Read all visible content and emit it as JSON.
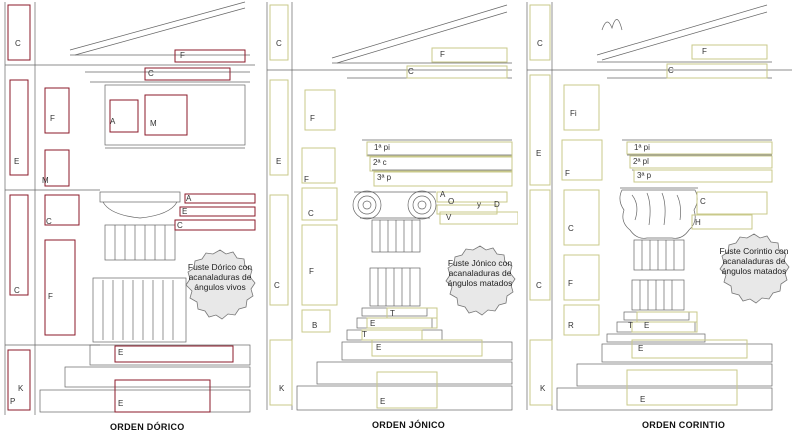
{
  "orders": [
    {
      "title": "ORDEN DÓRICO",
      "fuste_note": "Fuste Dórico con acanaladuras de ángulos vivos",
      "labels": {
        "c_top": "C",
        "e": "E",
        "c_low": "C",
        "k": "K",
        "p": "P",
        "f": "F",
        "c_cornice": "C",
        "f_left": "F",
        "c_mid": "C",
        "a": "A",
        "e_cap": "E",
        "c_cap": "C",
        "e_base": "E",
        "e_step": "E",
        "a_small": "A",
        "m": "M"
      }
    },
    {
      "title": "ORDEN JÓNICO",
      "fuste_note": "Fuste Jónico con acanaladuras de ángulos matados",
      "labels": {
        "c_top": "C",
        "e": "E",
        "c_low": "C",
        "k": "K",
        "f": "F",
        "c_cornice": "C",
        "f_left": "F",
        "c_mid": "C",
        "pi1": "1ª pi",
        "pi2": "2ª c",
        "pi3": "3ª p",
        "a": "A",
        "o": "O",
        "y": "y",
        "d": "D",
        "v": "V",
        "t1": "T",
        "e_base": "E",
        "t2": "T",
        "e_step": "E",
        "e_bot": "E",
        "b": "B"
      }
    },
    {
      "title": "ORDEN CORINTIO",
      "fuste_note": "Fuste Corintio con acanaladuras de ángulos matados",
      "labels": {
        "c_top": "C",
        "e": "E",
        "c_low": "C",
        "k": "K",
        "f": "F",
        "c_cornice": "C",
        "fi": "Fi",
        "pi1": "1ª pi",
        "pi2": "2ª pl",
        "pi3": "3ª p",
        "c_cap": "C",
        "h": "H",
        "t": "T",
        "e_base": "E",
        "e_step": "E",
        "e_bot": "E",
        "r": "R"
      }
    }
  ],
  "colors": {
    "dorico_box": "#8b1a2a",
    "jonico_box": "#c9c98a",
    "corintio_box": "#c9c98a",
    "line": "#555555"
  }
}
